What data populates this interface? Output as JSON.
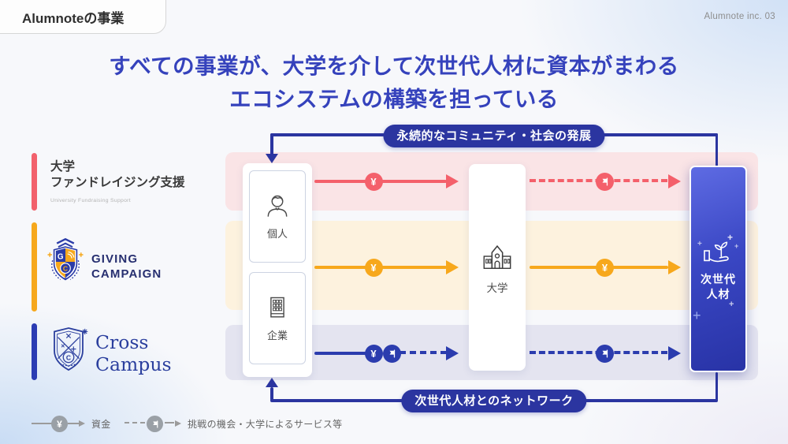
{
  "slide": {
    "tag": "Alumnoteの事業",
    "page_number": "Alumnote inc. 03",
    "heading_line1": "すべての事業が、大学を介して次世代人材に資本がまわる",
    "heading_line2": "エコシステムの構築を担っている"
  },
  "services": [
    {
      "title_line1": "大学",
      "title_line2": "ファンドレイジング支援",
      "subtitle": "University Fundraising Support",
      "accent_color": "#F2616C"
    },
    {
      "wordmark_line1": "GIVING",
      "wordmark_line2": "CAMPAIGN",
      "monogram_g": "G",
      "monogram_c": "C",
      "accent_color": "#F6A81C"
    },
    {
      "wordmark_line1": "Cross",
      "wordmark_line2": "Campus",
      "monogram": "C",
      "accent_color": "#2B3CB3"
    }
  ],
  "flow": {
    "top_loop_label": "永続的なコミュニティ・社会の発展",
    "bottom_loop_label": "次世代人材とのネットワーク",
    "individual_label": "個人",
    "company_label": "企業",
    "university_label": "大学",
    "target_line1": "次世代",
    "target_line2": "人材",
    "yen_symbol": "¥"
  },
  "legend": {
    "fund_label": "資金",
    "opportunity_label": "挑戦の機会・大学によるサービス等"
  },
  "colors": {
    "heading_blue": "#3542BC",
    "loop_blue": "#2B35A0",
    "flow_red": "#F4606B",
    "flow_amber": "#F7A81C",
    "flow_blue": "#2B3CAE",
    "band_pink": "#FAE4E6",
    "band_amber": "#FDF2DE",
    "band_purple": "#E4E4F0",
    "legend_gray": "#9B9B9B"
  }
}
